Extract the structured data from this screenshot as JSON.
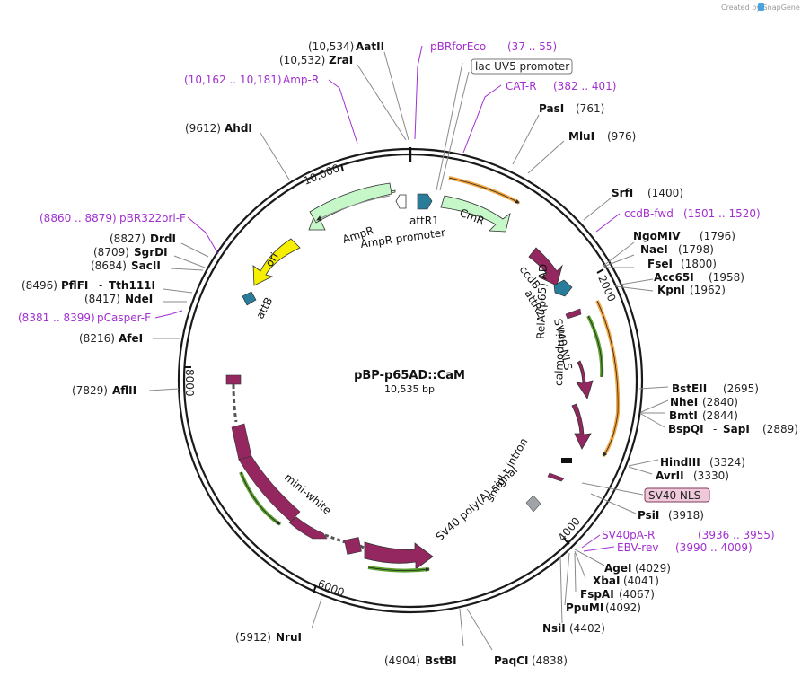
{
  "credit": "Created by SnapGene",
  "plasmid": {
    "name": "pBP-p65AD::CaM",
    "size": "10,535 bp"
  },
  "ticks": [
    "10,000",
    "2000",
    "8000",
    "4000",
    "6000"
  ],
  "enzymes": {
    "aatii": {
      "pos": "(10,534)",
      "name": "AatII"
    },
    "zrai": {
      "pos": "(10,532)",
      "name": "ZraI"
    },
    "ahdi": {
      "pos": "(9612)",
      "name": "AhdI"
    },
    "drdi": {
      "pos": "(8827)",
      "name": "DrdI"
    },
    "sgrdi": {
      "pos": "(8709)",
      "name": "SgrDI"
    },
    "sacii": {
      "pos": "(8684)",
      "name": "SacII"
    },
    "pflfi": {
      "pos": "(8496)",
      "name": "PflFI",
      "extra": "Tth111I"
    },
    "ndei": {
      "pos": "(8417)",
      "name": "NdeI"
    },
    "afei": {
      "pos": "(8216)",
      "name": "AfeI"
    },
    "aflii": {
      "pos": "(7829)",
      "name": "AflII"
    },
    "nrui": {
      "pos": "(5912)",
      "name": "NruI"
    },
    "bstbi": {
      "pos": "(4904)",
      "name": "BstBI"
    },
    "paqci": {
      "name": "PaqCI",
      "pos": "(4838)"
    },
    "nsii": {
      "name": "NsiI",
      "pos": "(4402)"
    },
    "ppumi": {
      "name": "PpuMI",
      "pos": "(4092)"
    },
    "fspai": {
      "name": "FspAI",
      "pos": "(4067)"
    },
    "xbai": {
      "name": "XbaI",
      "pos": "(4041)"
    },
    "agei": {
      "name": "AgeI",
      "pos": "(4029)"
    },
    "psii": {
      "name": "PsiI",
      "pos": "(3918)"
    },
    "avrii": {
      "name": "AvrII",
      "pos": "(3330)"
    },
    "hindiii": {
      "name": "HindIII",
      "pos": "(3324)"
    },
    "bspqi": {
      "name": "BspQI",
      "extra": "SapI",
      "pos": "(2889)"
    },
    "bmti": {
      "name": "BmtI",
      "pos": "(2844)"
    },
    "nhei": {
      "name": "NheI",
      "pos": "(2840)"
    },
    "bsteii": {
      "name": "BstEII",
      "pos": "(2695)"
    },
    "kpni": {
      "name": "KpnI",
      "pos": "(1962)"
    },
    "acc65i": {
      "name": "Acc65I",
      "pos": "(1958)"
    },
    "fsei": {
      "name": "FseI",
      "pos": "(1800)"
    },
    "naei": {
      "name": "NaeI",
      "pos": "(1798)"
    },
    "ngomiv": {
      "name": "NgoMIV",
      "pos": "(1796)"
    },
    "srfi": {
      "name": "SrfI",
      "pos": "(1400)"
    },
    "mlui": {
      "name": "MluI",
      "pos": "(976)"
    },
    "pasi": {
      "name": "PasI",
      "pos": "(761)"
    }
  },
  "primers": {
    "pbrforeco": {
      "name": "pBRforEco",
      "range": "(37 .. 55)"
    },
    "ampr": {
      "name": "Amp-R",
      "range": "(10,162 .. 10,181)"
    },
    "catr": {
      "name": "CAT-R",
      "range": "(382 .. 401)"
    },
    "ccdbfwd": {
      "name": "ccdB-fwd",
      "range": "(1501 .. 1520)"
    },
    "pbr322": {
      "name": "pBR322ori-F",
      "range": "(8860 .. 8879)"
    },
    "pcasper": {
      "name": "pCasper-F",
      "range": "(8381 .. 8399)"
    },
    "sv40par": {
      "name": "SV40pA-R",
      "range": "(3936 .. 3955)"
    },
    "ebvrev": {
      "name": "EBV-rev",
      "range": "(3990 .. 4009)"
    }
  },
  "boxed": {
    "lacuv5": "lac UV5 promoter",
    "sv40nls": "SV40 NLS"
  },
  "features": {
    "ampr": "AmpR",
    "amprpromoter": "AmpR promoter",
    "attr1": "attR1",
    "cmr": "CmR",
    "ori": "ori",
    "attb": "attB",
    "ccdb": "ccdB",
    "attr2": "attR2",
    "sv40nls": "SV40 NLS",
    "rela": "RelA (p65) AD",
    "calmodulin": "calmodulin",
    "minwhite": "mini-white",
    "smallt": "small t intron",
    "sv40polya": "SV40 poly(A) signal"
  },
  "colors": {
    "mrna": "#952760",
    "marker": "#c6f7c8",
    "ori": "#f6ef00",
    "site": "#2a7d9a",
    "orange": "#f2a541",
    "green": "#5aa02c",
    "primer": "#a22fd0"
  }
}
